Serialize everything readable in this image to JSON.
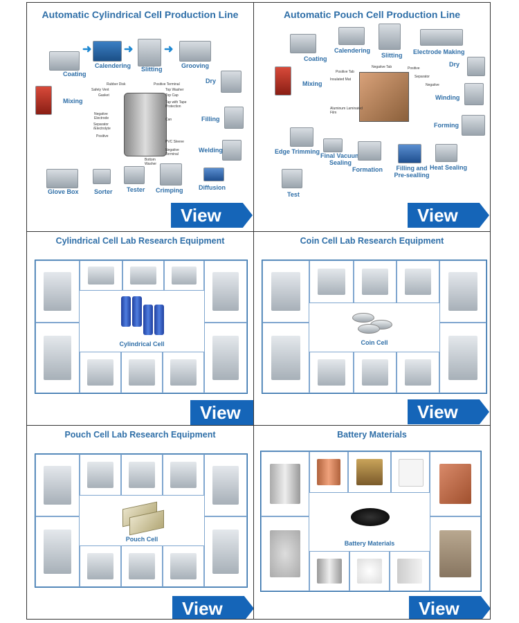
{
  "panels": {
    "cyl_line": {
      "title": "Automatic Cylindrical Cell Production Line",
      "steps": [
        "Coating",
        "Calendering",
        "Slitting",
        "Grooving",
        "Mixing",
        "Dry",
        "Filling",
        "Welding",
        "Diffusion",
        "Crimping",
        "Tester",
        "Sorter",
        "Glove Box"
      ],
      "parts": [
        "Rubber Disk",
        "Positive Terminal",
        "Safety Vent",
        "Top Washer",
        "Gasket",
        "Top Cap",
        "Tap with Tape Protection",
        "Negative Electrode",
        "Can",
        "Separator /Electrolyte",
        "Positive",
        "PVC Sleeve",
        "Negative Terminal",
        "Bottom Washer"
      ],
      "view": "View"
    },
    "pouch_line": {
      "title": "Automatic Pouch Cell Production Line",
      "steps": [
        "Coating",
        "Calendering",
        "Slitting",
        "Electrode Making",
        "Mixing",
        "Dry",
        "Winding",
        "Forming",
        "Edge Trimming",
        "Final Vacuum Sealing",
        "Formation",
        "Filling and Pre-sealling",
        "Heat Sealing",
        "Test"
      ],
      "parts": [
        "Negative Tab",
        "Positive Tab",
        "Insulated Mat",
        "Positive",
        "Separator",
        "Negative",
        "Aluminum Laminated Film"
      ],
      "view": "View"
    },
    "cyl_lab": {
      "title": "Cylindrical Cell Lab Research Equipment",
      "center": "Cylindrical Cell",
      "view": "View"
    },
    "coin_lab": {
      "title": "Coin Cell Lab Research Equipment",
      "center": "Coin Cell",
      "view": "View"
    },
    "pouch_lab": {
      "title": "Pouch Cell Lab Research Equipment",
      "center": "Pouch Cell",
      "view": "View"
    },
    "materials": {
      "title": "Battery Materials",
      "center": "Battery Materials",
      "view": "View"
    }
  },
  "colors": {
    "title": "#2e6ea7",
    "button": "#1565b8",
    "arrow": "#1e88d2"
  }
}
